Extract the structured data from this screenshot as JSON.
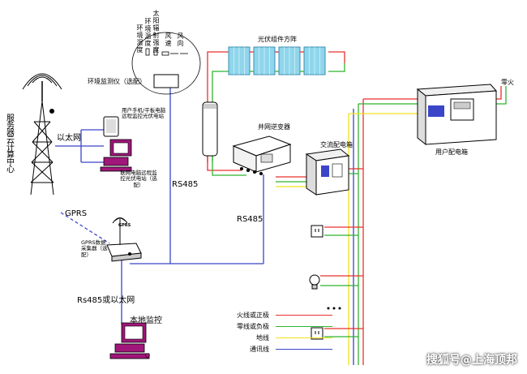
{
  "labels": {
    "server": "服务器云计算中心",
    "ethernet": "以太网",
    "gprs": "GPRS",
    "user_device": "用户手机/平板电脑远程监控光伏电站",
    "remote_pc": "联网电脑远程监控光伏电站（选配）",
    "collector": "GPRS数据采集器（选配）",
    "rs485_or_eth": "Rs485或以太网",
    "local_monitor": "本地监控",
    "env_monitor": "环境监测仪（选配）",
    "rs485_a": "RS485",
    "rs485_b": "RS485",
    "pv_array": "光伏组件方阵",
    "inverter": "并网逆变器",
    "ac_box": "交流配电箱",
    "user_box": "用户配电箱",
    "zero_fire": "零火",
    "gprs_small": "GPRS",
    "sensor_labels": [
      "环境湿度",
      "环境温度",
      "太阳辐射强度",
      "风速",
      "风向"
    ]
  },
  "legend": [
    {
      "label": "火线或正极",
      "color": "#e8312f"
    },
    {
      "label": "零线或负极",
      "color": "#2fb52f"
    },
    {
      "label": "地线",
      "color": "#f2e21c"
    },
    {
      "label": "通讯线",
      "color": "#3a45c8"
    }
  ],
  "watermark": "搜狐号@上海顶邦"
}
